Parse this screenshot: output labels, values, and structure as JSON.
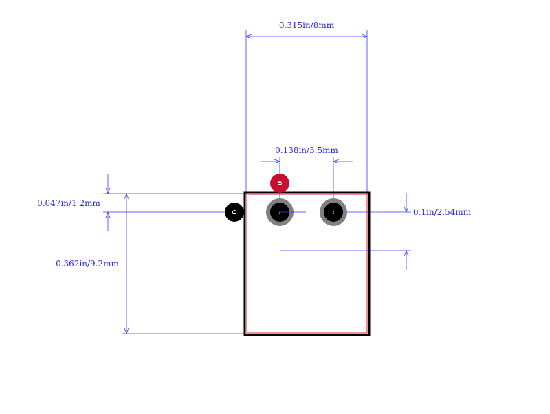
{
  "dimensions": {
    "width": "0.315in/8mm",
    "pitch": "0.138in/3.5mm",
    "top_offset": "0.047in/1.2mm",
    "height": "0.362in/9.2mm",
    "row_offset": "0.1in/2.54mm"
  },
  "pads": {
    "pin1_label": "1",
    "pin2_label": "2"
  },
  "colors": {
    "dimension": "#3a3aff",
    "outline": "#000000",
    "courtyard": "#e0202f",
    "pad_ring": "#808080",
    "marker": "#c8102e"
  }
}
